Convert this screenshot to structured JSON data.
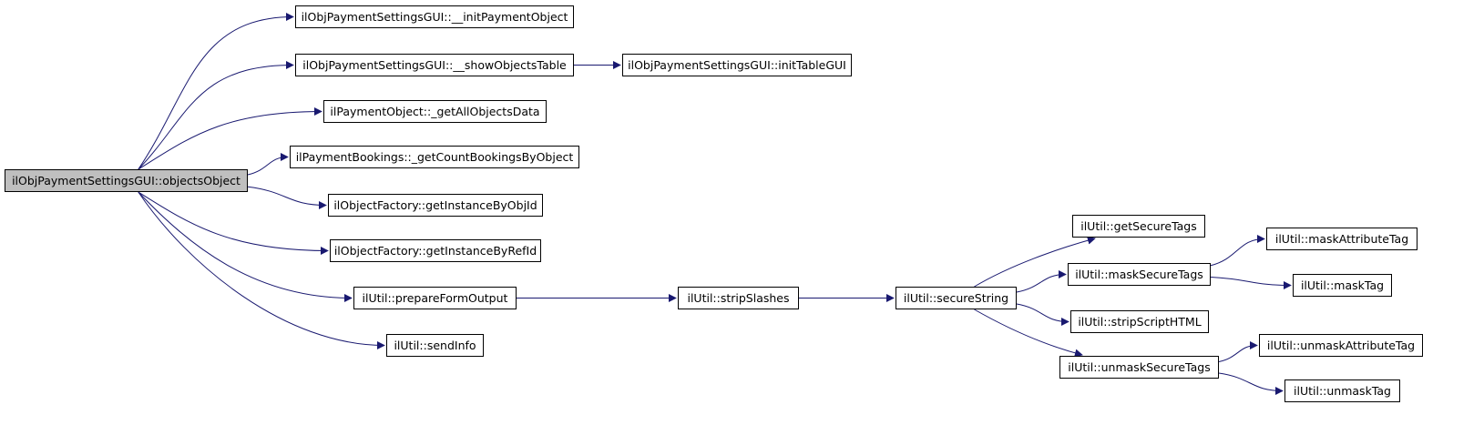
{
  "diagram": {
    "root": "objectsObject",
    "colors": {
      "edge": "#191970",
      "node_border": "#000000",
      "node_fill": "#ffffff",
      "root_fill": "#bfbfbf"
    },
    "nodes": [
      {
        "id": "objectsObject",
        "label": "ilObjPaymentSettingsGUI::objectsObject"
      },
      {
        "id": "initPaymentObject",
        "label": "ilObjPaymentSettingsGUI::__initPaymentObject"
      },
      {
        "id": "showObjectsTable",
        "label": "ilObjPaymentSettingsGUI::__showObjectsTable"
      },
      {
        "id": "initTableGUI",
        "label": "ilObjPaymentSettingsGUI::initTableGUI"
      },
      {
        "id": "getAllObjectsData",
        "label": "ilPaymentObject::_getAllObjectsData"
      },
      {
        "id": "getCountBookingsByObject",
        "label": "ilPaymentBookings::_getCountBookingsByObject"
      },
      {
        "id": "getInstanceByObjId",
        "label": "ilObjectFactory::getInstanceByObjId"
      },
      {
        "id": "getInstanceByRefId",
        "label": "ilObjectFactory::getInstanceByRefId"
      },
      {
        "id": "prepareFormOutput",
        "label": "ilUtil::prepareFormOutput"
      },
      {
        "id": "sendInfo",
        "label": "ilUtil::sendInfo"
      },
      {
        "id": "stripSlashes",
        "label": "ilUtil::stripSlashes"
      },
      {
        "id": "secureString",
        "label": "ilUtil::secureString"
      },
      {
        "id": "getSecureTags",
        "label": "ilUtil::getSecureTags"
      },
      {
        "id": "maskSecureTags",
        "label": "ilUtil::maskSecureTags"
      },
      {
        "id": "stripScriptHTML",
        "label": "ilUtil::stripScriptHTML"
      },
      {
        "id": "unmaskSecureTags",
        "label": "ilUtil::unmaskSecureTags"
      },
      {
        "id": "maskAttributeTag",
        "label": "ilUtil::maskAttributeTag"
      },
      {
        "id": "maskTag",
        "label": "ilUtil::maskTag"
      },
      {
        "id": "unmaskAttributeTag",
        "label": "ilUtil::unmaskAttributeTag"
      },
      {
        "id": "unmaskTag",
        "label": "ilUtil::unmaskTag"
      }
    ],
    "edges": [
      {
        "from": "objectsObject",
        "to": "initPaymentObject"
      },
      {
        "from": "objectsObject",
        "to": "showObjectsTable"
      },
      {
        "from": "objectsObject",
        "to": "getAllObjectsData"
      },
      {
        "from": "objectsObject",
        "to": "getCountBookingsByObject"
      },
      {
        "from": "objectsObject",
        "to": "getInstanceByObjId"
      },
      {
        "from": "objectsObject",
        "to": "getInstanceByRefId"
      },
      {
        "from": "objectsObject",
        "to": "prepareFormOutput"
      },
      {
        "from": "objectsObject",
        "to": "sendInfo"
      },
      {
        "from": "showObjectsTable",
        "to": "initTableGUI"
      },
      {
        "from": "prepareFormOutput",
        "to": "stripSlashes"
      },
      {
        "from": "stripSlashes",
        "to": "secureString"
      },
      {
        "from": "secureString",
        "to": "getSecureTags"
      },
      {
        "from": "secureString",
        "to": "maskSecureTags"
      },
      {
        "from": "secureString",
        "to": "stripScriptHTML"
      },
      {
        "from": "secureString",
        "to": "unmaskSecureTags"
      },
      {
        "from": "maskSecureTags",
        "to": "maskAttributeTag"
      },
      {
        "from": "maskSecureTags",
        "to": "maskTag"
      },
      {
        "from": "unmaskSecureTags",
        "to": "unmaskAttributeTag"
      },
      {
        "from": "unmaskSecureTags",
        "to": "unmaskTag"
      }
    ]
  }
}
